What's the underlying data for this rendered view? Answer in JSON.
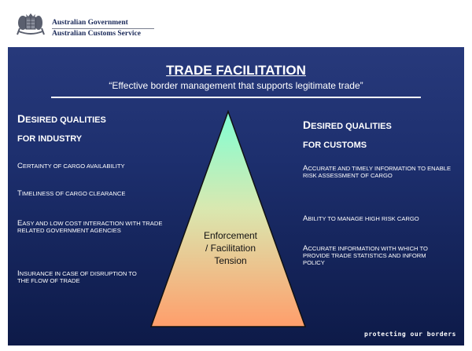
{
  "header": {
    "gov_line1": "Australian Government",
    "gov_line2": "Australian Customs Service",
    "crest": "coat-of-arms-crest"
  },
  "slide": {
    "title": "TRADE FACILITATION",
    "subtitle": "“Effective border management that supports legitimate trade”"
  },
  "left": {
    "heading_line1_big": "D",
    "heading_line1_small": "esired Qualities",
    "heading_line2_big": "for I",
    "heading_line2_small": "ndustry",
    "items": [
      "Certainty of cargo availability",
      "Timeliness of cargo clearance",
      "Easy and low cost interaction with trade related government agencies",
      "Insurance in case of disruption to the flow of trade"
    ]
  },
  "right": {
    "heading_line1_big": "D",
    "heading_line1_small": "esired Qualities",
    "heading_line2_big": "for C",
    "heading_line2_small": "ustoms",
    "items": [
      "Accurate and timely information to enable risk assessment of cargo",
      "Ability to manage high risk cargo",
      "Accurate information with which to provide trade statistics and inform policy"
    ]
  },
  "center": {
    "line1": "Enforcement",
    "line2": "/ Facilitation",
    "line3": "Tension"
  },
  "footer": "protecting our borders",
  "colors": {
    "background_top": "#2b3d80",
    "background_bottom": "#0d1a48",
    "triangle_top": "#7fffd4",
    "triangle_bottom": "#ff9e6b"
  }
}
